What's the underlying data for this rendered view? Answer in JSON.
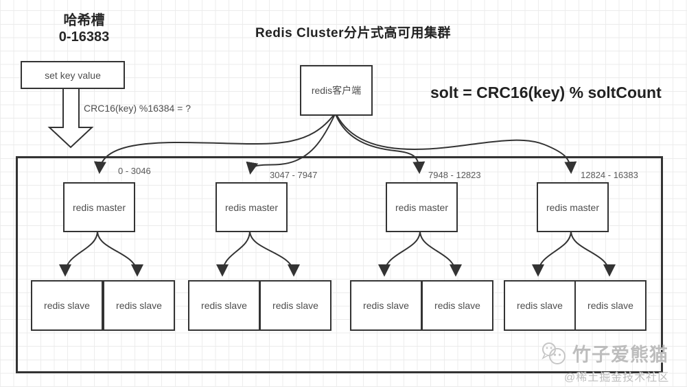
{
  "hash_slot": {
    "title": "哈希槽",
    "range": "0-16383"
  },
  "page_title": "Redis Cluster分片式高可用集群",
  "command_box": {
    "label": "set key value"
  },
  "crc_formula": "CRC16(key) %16384 = ?",
  "client_box": {
    "label": "redis客户端"
  },
  "slot_formula": "solt = CRC16(key) % soltCount",
  "cluster": {
    "masters": [
      {
        "range": "0 - 3046",
        "label": "redis master",
        "slaves": [
          "redis slave",
          "redis slave"
        ]
      },
      {
        "range": "3047 - 7947",
        "label": "redis master",
        "slaves": [
          "redis slave",
          "redis slave"
        ]
      },
      {
        "range": "7948 - 12823",
        "label": "redis master",
        "slaves": [
          "redis slave",
          "redis slave"
        ]
      },
      {
        "range": "12824 - 16383",
        "label": "redis master",
        "slaves": [
          "redis slave",
          "redis slave"
        ]
      }
    ]
  },
  "watermark": {
    "line1": "竹子爱熊猫",
    "line2": "@稀土掘金技术社区"
  },
  "colors": {
    "stroke": "#333333",
    "text": "#4d4d4d",
    "grid": "#ebebeb",
    "watermark": "#bdbdbd"
  }
}
